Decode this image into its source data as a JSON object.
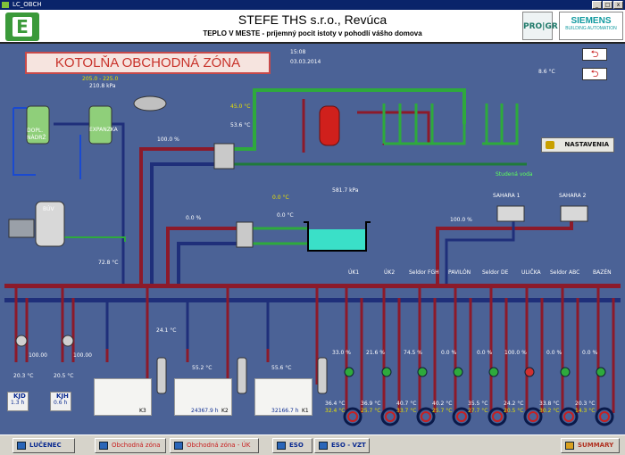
{
  "window": {
    "title": "LC_OBCH",
    "btn_min": "_",
    "btn_max": "□",
    "btn_close": "x"
  },
  "header": {
    "logo_letter": "E",
    "company": "STEFE THS s.r.o., Revúca",
    "slogan": "TEPLO V MESTE - príjemný pocit istoty v pohodlí vášho domova",
    "progr": "PRO|GR",
    "siemens": "SIEMENS",
    "siemens_sub": "BUILDING AUTOMATION"
  },
  "main": {
    "zone_title": "KOTOLŇA OBCHODNÁ ZÓNA",
    "time": "15:08",
    "date": "03.03.2014",
    "outside_temp": "8.6 °C",
    "settings_label": "NASTAVENIA",
    "back_arrow": "⮌"
  },
  "tank": {
    "dopl": "DOPL.",
    "nadrz": "NÁDRŽ",
    "expanzka": "EXPANZKA",
    "buv": "BÚV"
  },
  "readings": {
    "pressure_range": "205.0 - 225.0",
    "pressure": "210.8 kPa",
    "sec_temp": "45.0 °C",
    "sec_temp2": "53.6 °C",
    "pressure2": "581.7 kPa",
    "valve1_pct": "100.0 %",
    "sec2_temp": "0.0 °C",
    "sec2_temp2": "0.0 °C",
    "valve2_pct": "0.0 %",
    "ret_temp": "72.8 °C",
    "sahara_valve": "100.0 %",
    "studena": "Studená voda",
    "kotol_temp": "24.1 °C"
  },
  "sahara": [
    {
      "label": "SAHARA 1"
    },
    {
      "label": "SAHARA 2"
    }
  ],
  "boilers": [
    {
      "name": "K3",
      "hours": "",
      "temp": ""
    },
    {
      "name": "K2",
      "hours": "24367.9 h",
      "temp": "55.2 °C"
    },
    {
      "name": "K1",
      "hours": "32166.7 h",
      "temp": "55.6 °C"
    }
  ],
  "pumps_left": [
    {
      "valve": "100.00",
      "temp": "20.3 °C",
      "box": "KJD",
      "hours": "1.3 h"
    },
    {
      "valve": "100.00",
      "temp": "20.5 °C",
      "box": "KJH",
      "hours": "0.6 h"
    }
  ],
  "circuits": [
    {
      "label": "ÚK1",
      "pct": "33.0 %",
      "t1": "36.4 °C",
      "t2": "32.4 °C"
    },
    {
      "label": "ÚK2",
      "pct": "21.6 %",
      "t1": "36.9 °C",
      "t2": "25.7 °C"
    },
    {
      "label": "Seldor FGH",
      "pct": "74.5 %",
      "t1": "40.7 °C",
      "t2": "33.7 °C"
    },
    {
      "label": "PAVILÓN",
      "pct": "0.0 %",
      "t1": "40.2 °C",
      "t2": "25.7 °C"
    },
    {
      "label": "Seldor DE",
      "pct": "0.0 %",
      "t1": "35.5 °C",
      "t2": "27.7 °C"
    },
    {
      "label": "ULIČKA",
      "pct": "100.0 %",
      "t1": "24.2 °C",
      "t2": "20.5 °C"
    },
    {
      "label": "Seldor ABC",
      "pct": "0.0 %",
      "t1": "33.8 °C",
      "t2": "30.2 °C"
    },
    {
      "label": "BAZÉN",
      "pct": "0.0 %",
      "t1": "20.3 °C",
      "t2": "14.3 °C"
    }
  ],
  "footer": {
    "b1": "LUČENEC",
    "b2": "Obchodná zóna",
    "b3": "Obchodná zóna - ÚK",
    "b4": "ESO",
    "b5": "ESO - VZT",
    "b6": "SUMMARY"
  },
  "colors": {
    "bg": "#4b6296",
    "pipe_red": "#8c1a2a",
    "pipe_blue": "#1f2f7a",
    "pipe_green": "#2eaa3c",
    "title_red": "#c8322a"
  }
}
